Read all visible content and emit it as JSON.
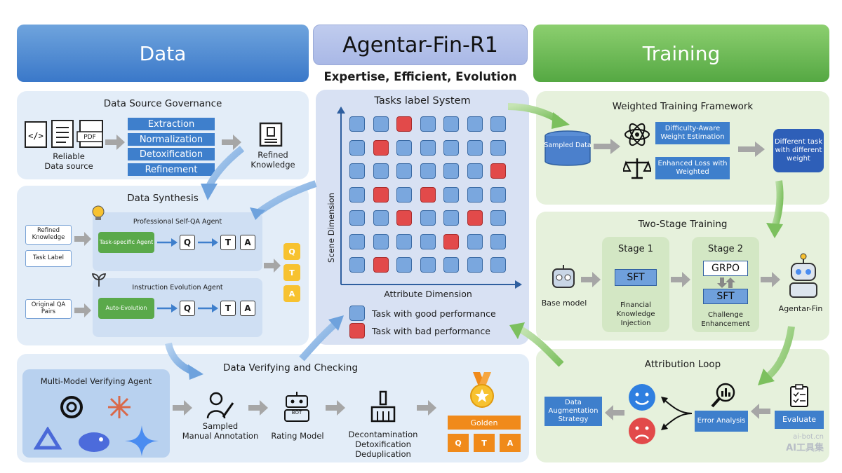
{
  "headers": {
    "data": "Data",
    "title": "Agentar-Fin-R1",
    "training": "Training",
    "subtitle": "Expertise, Efficient, Evolution"
  },
  "data_source": {
    "title": "Data Source Governance",
    "source_label_1": "Reliable",
    "source_label_2": "Data source",
    "pdf": "PDF",
    "steps": [
      "Extraction",
      "Normalization",
      "Detoxification",
      "Refinement"
    ],
    "refined_1": "Refined",
    "refined_2": "Knowledge"
  },
  "synthesis": {
    "title": "Data Synthesis",
    "inputs_top": [
      "Refined Knowledge",
      "Task Label"
    ],
    "input_bottom": "Original QA Pairs",
    "agent1": "Professional Self-QA Agent",
    "agent1_btn": "Task-specific Agent",
    "agent2": "Instruction Evolution Agent",
    "agent2_btn": "Auto-Evolution",
    "q": "Q",
    "t": "T",
    "a": "A"
  },
  "tasks": {
    "title": "Tasks label System",
    "y_axis": "Scene Dimension",
    "x_axis": "Attribute Dimension",
    "legend_good": "Task with good performance",
    "legend_bad": "Task with bad performance",
    "grid": [
      [
        0,
        0,
        1,
        0,
        0,
        0,
        0
      ],
      [
        0,
        1,
        0,
        0,
        0,
        0,
        0
      ],
      [
        0,
        0,
        0,
        0,
        0,
        0,
        1
      ],
      [
        0,
        1,
        0,
        1,
        0,
        0,
        0
      ],
      [
        0,
        0,
        1,
        0,
        0,
        1,
        0
      ],
      [
        0,
        0,
        0,
        0,
        1,
        0,
        0
      ],
      [
        0,
        1,
        0,
        0,
        0,
        0,
        0
      ]
    ],
    "colors": {
      "good": "#7aa7de",
      "bad": "#e24a4a"
    }
  },
  "verify": {
    "title": "Data Verifying and Checking",
    "agent": "Multi-Model Verifying Agent",
    "annotation_1": "Sampled",
    "annotation_2": "Manual Annotation",
    "rating": "Rating Model",
    "bot": "BOT",
    "decon_1": "Decontamination",
    "decon_2": "Detoxification",
    "decon_3": "Deduplication",
    "golden": "Golden",
    "q": "Q",
    "t": "T",
    "a": "A"
  },
  "weighted": {
    "title": "Weighted Training Framework",
    "sampled": "Sampled Data",
    "difficulty": "Difficulty-Aware Weight Estimation",
    "loss": "Enhanced Loss with Weighted",
    "different": "Different task with different weight"
  },
  "two_stage": {
    "title": "Two-Stage Training",
    "base": "Base model",
    "stage1": "Stage 1",
    "sft": "SFT",
    "stage1_desc_1": "Financial",
    "stage1_desc_2": "Knowledge",
    "stage1_desc_3": "Injection",
    "stage2": "Stage 2",
    "grpo": "GRPO",
    "sft2": "SFT",
    "stage2_desc_1": "Challenge",
    "stage2_desc_2": "Enhancement",
    "output": "Agentar-Fin"
  },
  "attribution": {
    "title": "Attribution Loop",
    "augment": "Data Augmentation Strategy",
    "error": "Error Analysis",
    "evaluate": "Evaluate"
  },
  "watermark": {
    "line1": "ai-bot.cn",
    "line2": "AI工具集"
  }
}
